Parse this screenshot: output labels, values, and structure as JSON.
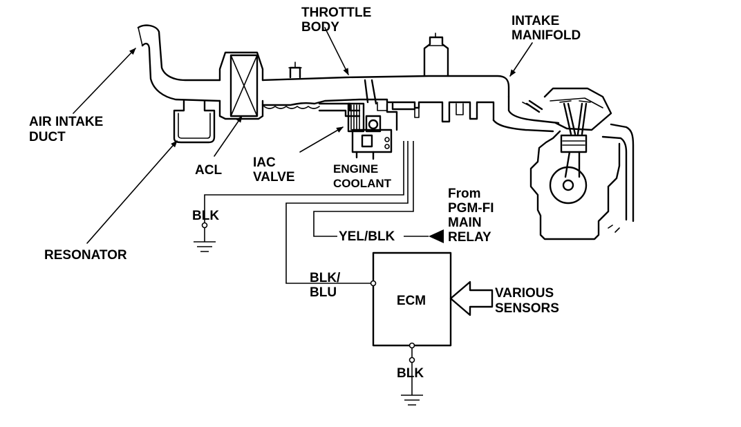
{
  "labels": {
    "throttle_body": [
      "THROTTLE",
      "BODY"
    ],
    "intake_manifold": [
      "INTAKE",
      "MANIFOLD"
    ],
    "air_intake_duct": [
      "AIR INTAKE",
      "DUCT"
    ],
    "acl": "ACL",
    "iac_valve": [
      "IAC",
      "VALVE"
    ],
    "engine_coolant": [
      "ENGINE",
      "COOLANT"
    ],
    "resonator": "RESONATOR",
    "pgm_fi_relay": [
      "From",
      "PGM-FI",
      "MAIN",
      "RELAY"
    ],
    "various_sensors": [
      "VARIOUS",
      "SENSORS"
    ],
    "ecm": "ECM"
  },
  "wires": {
    "iac_ground": "BLK",
    "relay_feed": "YEL/BLK",
    "ecm_signal": [
      "BLK/",
      "BLU"
    ],
    "ecm_ground": "BLK"
  }
}
